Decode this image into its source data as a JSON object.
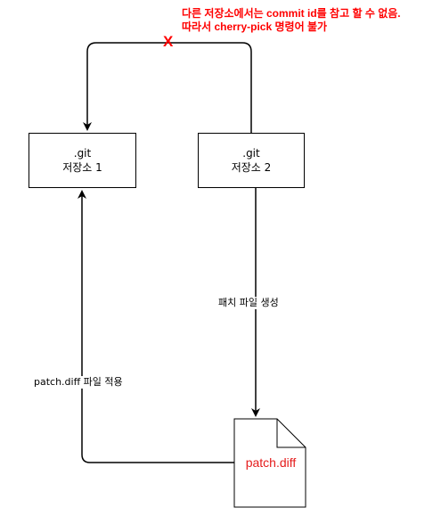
{
  "nodes": {
    "repo1": {
      "line1": ".git",
      "line2": "저장소 1"
    },
    "repo2": {
      "line1": ".git",
      "line2": "저장소 2"
    },
    "patch_file": {
      "label": "patch.diff"
    }
  },
  "edges": {
    "create_patch": {
      "label": "패치 파일 생성"
    },
    "apply_patch": {
      "label": "patch.diff 파일 적용"
    },
    "blocked_x": {
      "label": "X"
    }
  },
  "note": {
    "line1": "다른 저장소에서는 commit id를 참고 할 수 없음.",
    "line2": "따라서 cherry-pick 명령어 불가"
  },
  "colors": {
    "note_text": "#ff0000",
    "doc_text": "#e51c1c",
    "stroke": "#000000"
  }
}
